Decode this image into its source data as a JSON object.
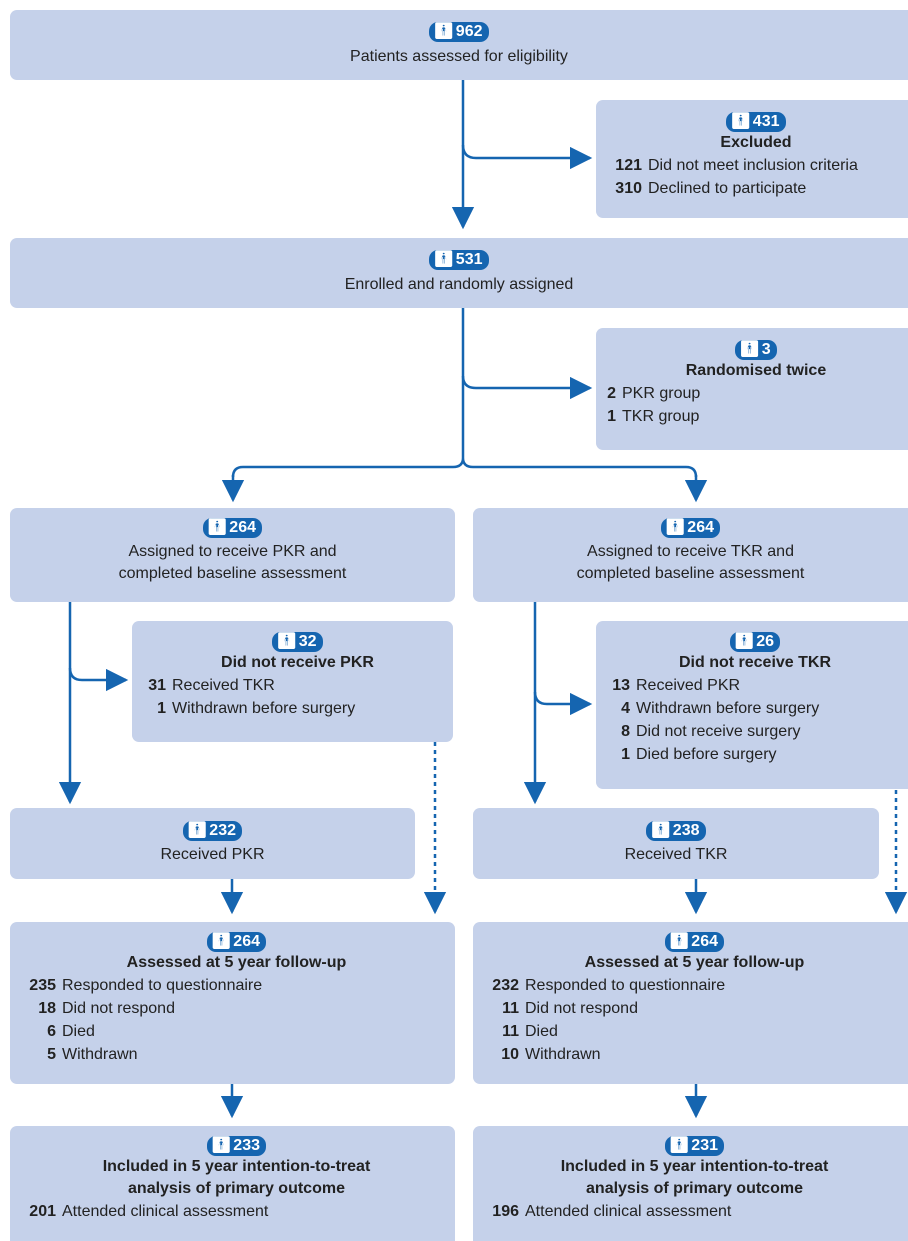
{
  "assessed": {
    "count": "962",
    "label": "Patients assessed for eligibility"
  },
  "excluded": {
    "count": "431",
    "title": "Excluded",
    "rows": [
      {
        "n": "121",
        "t": "Did not meet inclusion criteria"
      },
      {
        "n": "310",
        "t": "Declined to participate"
      }
    ]
  },
  "enrolled": {
    "count": "531",
    "label": "Enrolled and randomly assigned"
  },
  "twice": {
    "count": "3",
    "title": "Randomised twice",
    "rows": [
      {
        "n": "2",
        "t": "PKR group"
      },
      {
        "n": "1",
        "t": "TKR group"
      }
    ]
  },
  "pkr_assigned": {
    "count": "264",
    "line1": "Assigned to receive PKR and",
    "line2": "completed baseline assessment"
  },
  "tkr_assigned": {
    "count": "264",
    "line1": "Assigned to receive TKR and",
    "line2": "completed baseline assessment"
  },
  "pkr_not": {
    "count": "32",
    "title": "Did not receive PKR",
    "rows": [
      {
        "n": "31",
        "t": "Received TKR"
      },
      {
        "n": "1",
        "t": "Withdrawn before surgery"
      }
    ]
  },
  "tkr_not": {
    "count": "26",
    "title": "Did not receive TKR",
    "rows": [
      {
        "n": "13",
        "t": "Received PKR"
      },
      {
        "n": "4",
        "t": "Withdrawn before surgery"
      },
      {
        "n": "8",
        "t": "Did not receive surgery"
      },
      {
        "n": "1",
        "t": "Died before surgery"
      }
    ]
  },
  "pkr_received": {
    "count": "232",
    "label": "Received PKR"
  },
  "tkr_received": {
    "count": "238",
    "label": "Received TKR"
  },
  "pkr_followup": {
    "count": "264",
    "title": "Assessed at 5 year follow-up",
    "rows": [
      {
        "n": "235",
        "t": "Responded to questionnaire"
      },
      {
        "n": "18",
        "t": "Did not respond"
      },
      {
        "n": "6",
        "t": "Died"
      },
      {
        "n": "5",
        "t": "Withdrawn"
      }
    ]
  },
  "tkr_followup": {
    "count": "264",
    "title": "Assessed at 5 year follow-up",
    "rows": [
      {
        "n": "232",
        "t": "Responded to questionnaire"
      },
      {
        "n": "11",
        "t": "Did not respond"
      },
      {
        "n": "11",
        "t": "Died"
      },
      {
        "n": "10",
        "t": "Withdrawn"
      }
    ]
  },
  "pkr_itt": {
    "count": "233",
    "line1": "Included in 5 year intention-to-treat",
    "line2": "analysis of primary outcome",
    "rows": [
      {
        "n": "201",
        "t": "Attended clinical assessment"
      }
    ]
  },
  "tkr_itt": {
    "count": "231",
    "line1": "Included in 5 year intention-to-treat",
    "line2": "analysis of primary outcome",
    "rows": [
      {
        "n": "196",
        "t": "Attended clinical assessment"
      }
    ]
  },
  "colors": {
    "box": "#c5d1ea",
    "badge": "#1565b0",
    "line": "#1565b0"
  },
  "icons": {
    "person": "person-icon"
  }
}
